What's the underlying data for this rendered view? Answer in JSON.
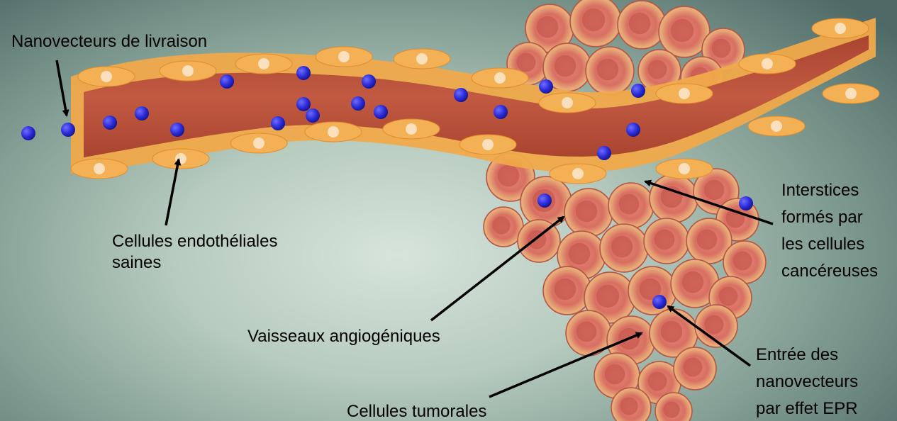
{
  "labels": {
    "nanovecteurs": "Nanovecteurs de livraison",
    "endotheliales": [
      "Cellules endothéliales",
      "saines"
    ],
    "angiogeniques": "Vaisseaux angiogéniques",
    "tumorales": "Cellules tumorales",
    "interstices": [
      "Interstices",
      "formés par",
      "les cellules",
      "cancéreuses"
    ],
    "epr": [
      "Entrée des",
      "nanovecteurs",
      "par effet EPR"
    ]
  },
  "colors": {
    "vessel": "#b9503c",
    "endothelium": "#f0a94a",
    "nanoparticle": "#2a2bd6",
    "tumor_cell": "#d8786a"
  }
}
